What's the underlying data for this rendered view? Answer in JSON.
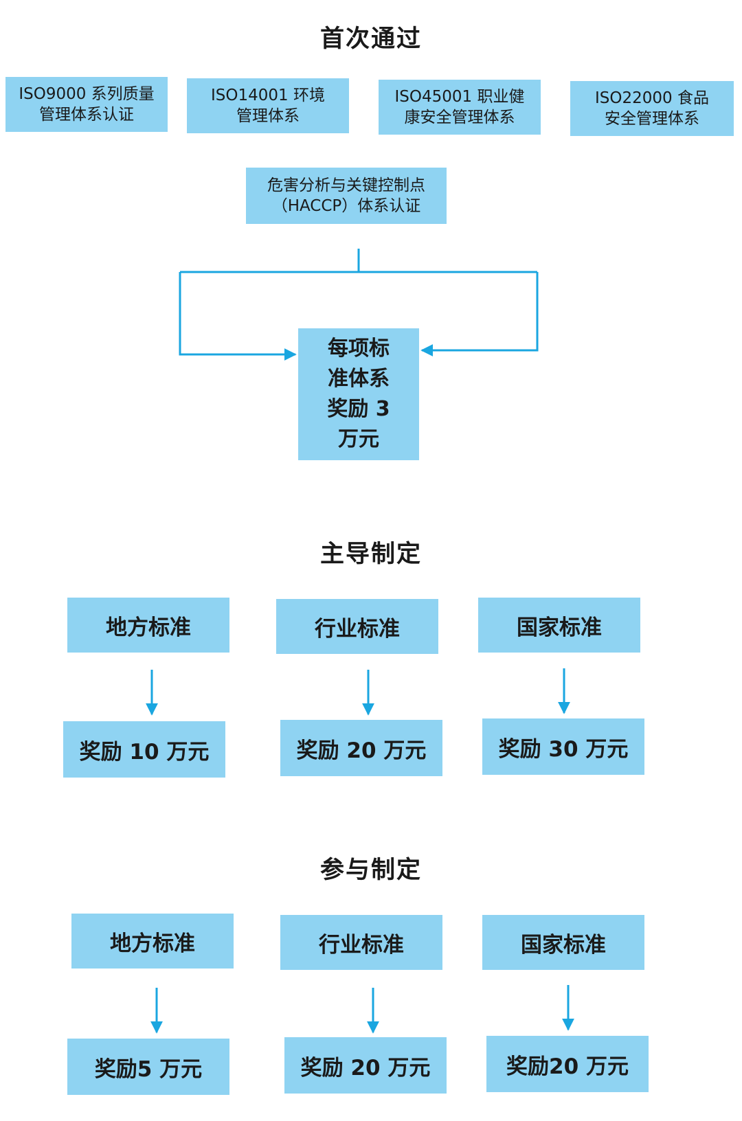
{
  "section_first": {
    "title": "首次通过",
    "certs": [
      {
        "line1": "ISO9000 系列质量",
        "line2": "管理体系认证"
      },
      {
        "line1": "ISO14001 环境",
        "line2": "管理体系"
      },
      {
        "line1": "ISO45001 职业健",
        "line2": "康安全管理体系"
      },
      {
        "line1": "ISO22000 食品",
        "line2": "安全管理体系"
      }
    ],
    "haccp": {
      "line1": "危害分析与关键控制点",
      "line2": "（HACCP）体系认证"
    },
    "reward": {
      "line1": "每项标",
      "line2": "准体系",
      "line3": "奖励 3",
      "line4": "万元"
    }
  },
  "section_lead": {
    "title": "主导制定",
    "standards": [
      "地方标准",
      "行业标准",
      "国家标准"
    ],
    "rewards": [
      "奖励 10 万元",
      "奖励 20 万元",
      "奖励 30 万元"
    ]
  },
  "section_participate": {
    "title": "参与制定",
    "standards": [
      "地方标准",
      "行业标准",
      "国家标准"
    ],
    "rewards": [
      "奖励5 万元",
      "奖励 20 万元",
      "奖励20 万元"
    ]
  },
  "colors": {
    "box": "#8fd3f2",
    "arrow": "#1aa6e0",
    "text": "#1a1a1a"
  }
}
